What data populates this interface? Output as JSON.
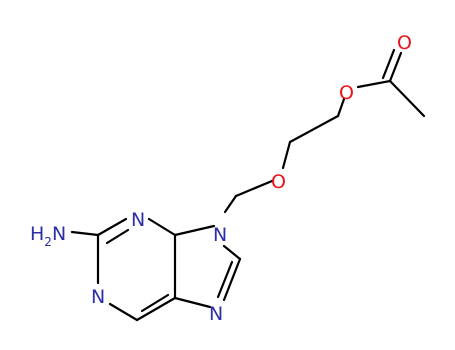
{
  "molecule": {
    "atoms": {
      "n_amino": "H2N",
      "n1": "N",
      "n3": "N",
      "n7": "N",
      "n9": "N",
      "o_ether": "O",
      "o_ester": "O",
      "o_carbonyl": "O"
    }
  },
  "colors": {
    "nitrogen": "#2e2ea8",
    "oxygen": "#e8141a",
    "bond": "#000000",
    "background": "#ffffff"
  }
}
